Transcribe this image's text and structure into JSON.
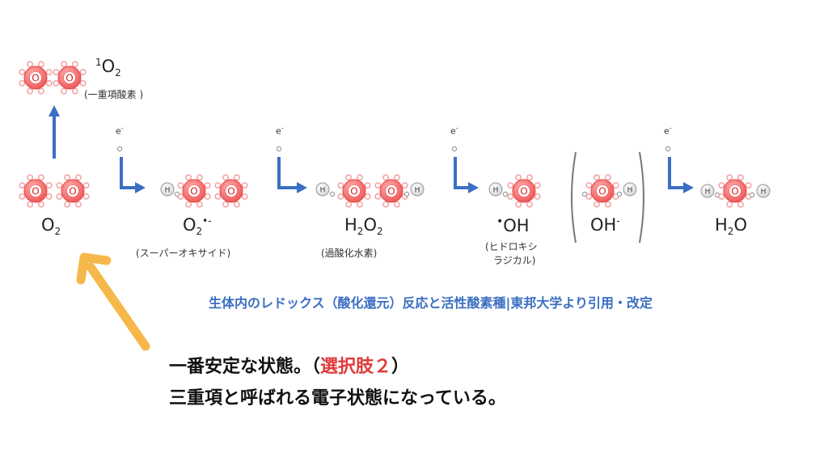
{
  "species": {
    "singlet": {
      "formula_main": "O",
      "formula_sub": "2",
      "formula_sup": "1",
      "name": "(一重項酸素 )"
    },
    "o2": {
      "formula_main": "O",
      "formula_sub": "2"
    },
    "superoxide": {
      "formula_main": "O",
      "formula_sub": "2",
      "formula_sup": "•-",
      "name": "(スーパーオキサイド)"
    },
    "h2o2": {
      "h1": "H",
      "h_sub": "2",
      "o1": "O",
      "o_sub": "2",
      "name": "(過酸化水素)"
    },
    "oh_radical": {
      "dot": "•",
      "text": "OH",
      "name_line1": "(ヒドロキシ",
      "name_line2": "ラジカル)"
    },
    "hydroxide": {
      "text": "OH",
      "sup": "-"
    },
    "water": {
      "h": "H",
      "h_sub": "2",
      "o": "O"
    }
  },
  "electron_label": "e",
  "electron_sup": "-",
  "atom_labels": {
    "oxygen": "O",
    "hydrogen": "H"
  },
  "caption": "生体内のレドックス（酸化還元）反応と活性酸素種|東邦大学より引用・改定",
  "note": {
    "line1_prefix": "一番安定な状態。（",
    "line1_highlight": "選択肢２",
    "line1_suffix": "）",
    "line2": "三重項と呼ばれる電子状態になっている。"
  },
  "colors": {
    "reaction_arrow": "#3a6fc4",
    "pointer_arrow": "#f6b84a",
    "oxygen_atom": "#f05a5a",
    "highlight": "#e03a3a",
    "caption": "#3b6fc2"
  }
}
